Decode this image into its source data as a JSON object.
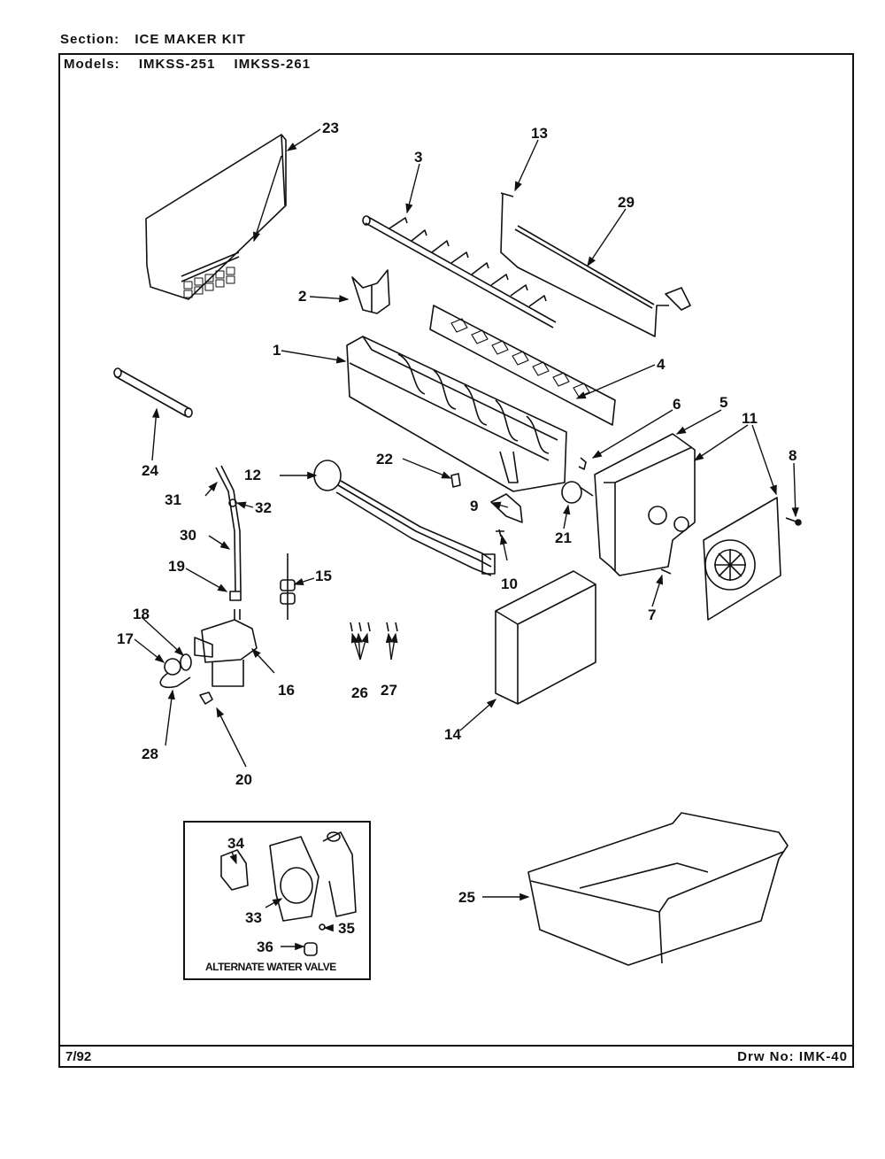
{
  "header": {
    "section_label": "Section:",
    "section_value": "ICE MAKER KIT",
    "models_label": "Models:",
    "models": [
      "IMKSS-251",
      "IMKSS-261"
    ]
  },
  "footer": {
    "date": "7/92",
    "drawing_number": "Drw No:  IMK-40"
  },
  "inset": {
    "title": "ALTERNATE WATER VALVE"
  },
  "callouts": {
    "c1": "1",
    "c2": "2",
    "c3": "3",
    "c4": "4",
    "c5": "5",
    "c6": "6",
    "c7": "7",
    "c8": "8",
    "c9": "9",
    "c10": "10",
    "c11": "11",
    "c12": "12",
    "c13": "13",
    "c14": "14",
    "c15": "15",
    "c16": "16",
    "c17": "17",
    "c18": "18",
    "c19": "19",
    "c20": "20",
    "c21": "21",
    "c22": "22",
    "c23": "23",
    "c24": "24",
    "c25": "25",
    "c26": "26",
    "c27": "27",
    "c28": "28",
    "c29": "29",
    "c30": "30",
    "c31": "31",
    "c32": "32",
    "c33": "33",
    "c34": "34",
    "c35": "35",
    "c36": "36"
  }
}
